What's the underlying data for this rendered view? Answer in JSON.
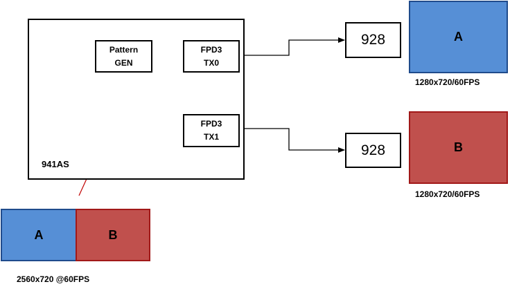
{
  "chip": {
    "label": "941AS",
    "pattern_gen": {
      "line1": "Pattern",
      "line2": "GEN"
    },
    "tx0": {
      "line1": "FPD3",
      "line2": "TX0"
    },
    "tx1": {
      "line1": "FPD3",
      "line2": "TX1"
    }
  },
  "receivers": [
    {
      "label": "928"
    },
    {
      "label": "928"
    }
  ],
  "displays": [
    {
      "label": "A",
      "resolution": "1280x720/60FPS",
      "color": "#568fd6"
    },
    {
      "label": "B",
      "resolution": "1280x720/60FPS",
      "color": "#c0504d"
    }
  ],
  "source_image": {
    "left_label": "A",
    "right_label": "B",
    "resolution": "2560x720 @60FPS",
    "left_color": "#568fd6",
    "right_color": "#c0504d"
  },
  "arrow_color": "#c00000"
}
